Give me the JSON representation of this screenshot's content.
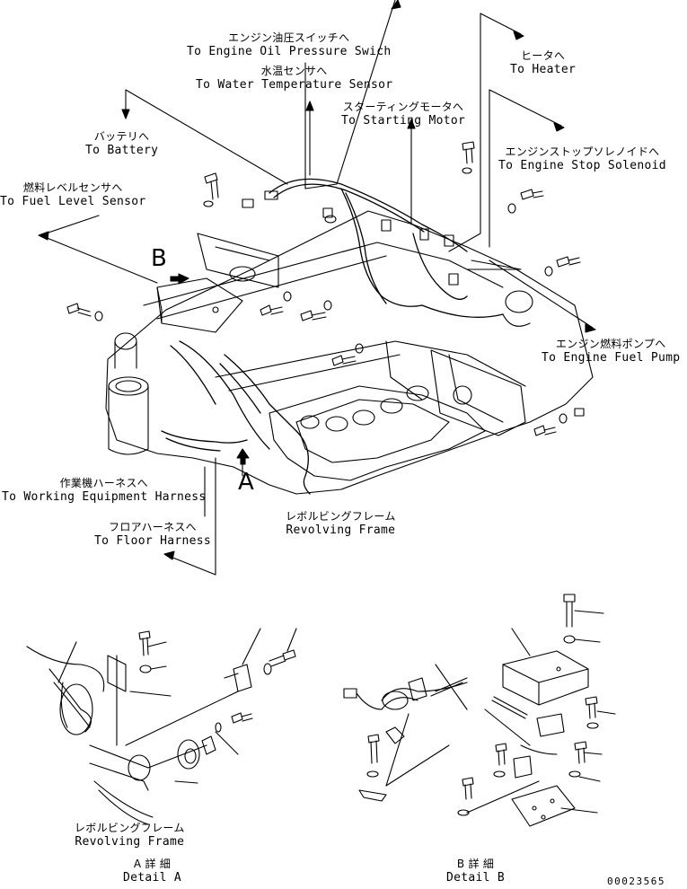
{
  "labels": {
    "oil_pressure": {
      "ja": "エンジン油圧スイッチへ",
      "en": "To Engine Oil Pressure Swich"
    },
    "water_temp": {
      "ja": "水温センサへ",
      "en": "To Water Temperature Sensor"
    },
    "heater": {
      "ja": "ヒータへ",
      "en": "To Heater"
    },
    "starting_motor": {
      "ja": "スターティングモータへ",
      "en": "To Starting Motor"
    },
    "battery": {
      "ja": "バッテリへ",
      "en": "To Battery"
    },
    "stop_solenoid": {
      "ja": "エンジンストップソレノイドへ",
      "en": "To Engine Stop Solenoid"
    },
    "fuel_level": {
      "ja": "燃料レベルセンサへ",
      "en": "To Fuel Level Sensor"
    },
    "fuel_pump": {
      "ja": "エンジン燃料ポンプへ",
      "en": "To Engine Fuel Pump"
    },
    "working_harness": {
      "ja": "作業機ハーネスへ",
      "en": "To Working Equipment Harness"
    },
    "floor_harness": {
      "ja": "フロアハーネスへ",
      "en": "To Floor Harness"
    },
    "revolving_main": {
      "ja": "レボルビングフレーム",
      "en": "Revolving Frame"
    },
    "revolving_a": {
      "ja": "レボルビングフレーム",
      "en": "Revolving Frame"
    },
    "detail_a": {
      "ja": "A 詳 細",
      "en": "Detail A"
    },
    "detail_b": {
      "ja": "B 詳 細",
      "en": "Detail B"
    }
  },
  "markers": {
    "a": "A",
    "b": "B"
  },
  "drawing_code": "00023565"
}
